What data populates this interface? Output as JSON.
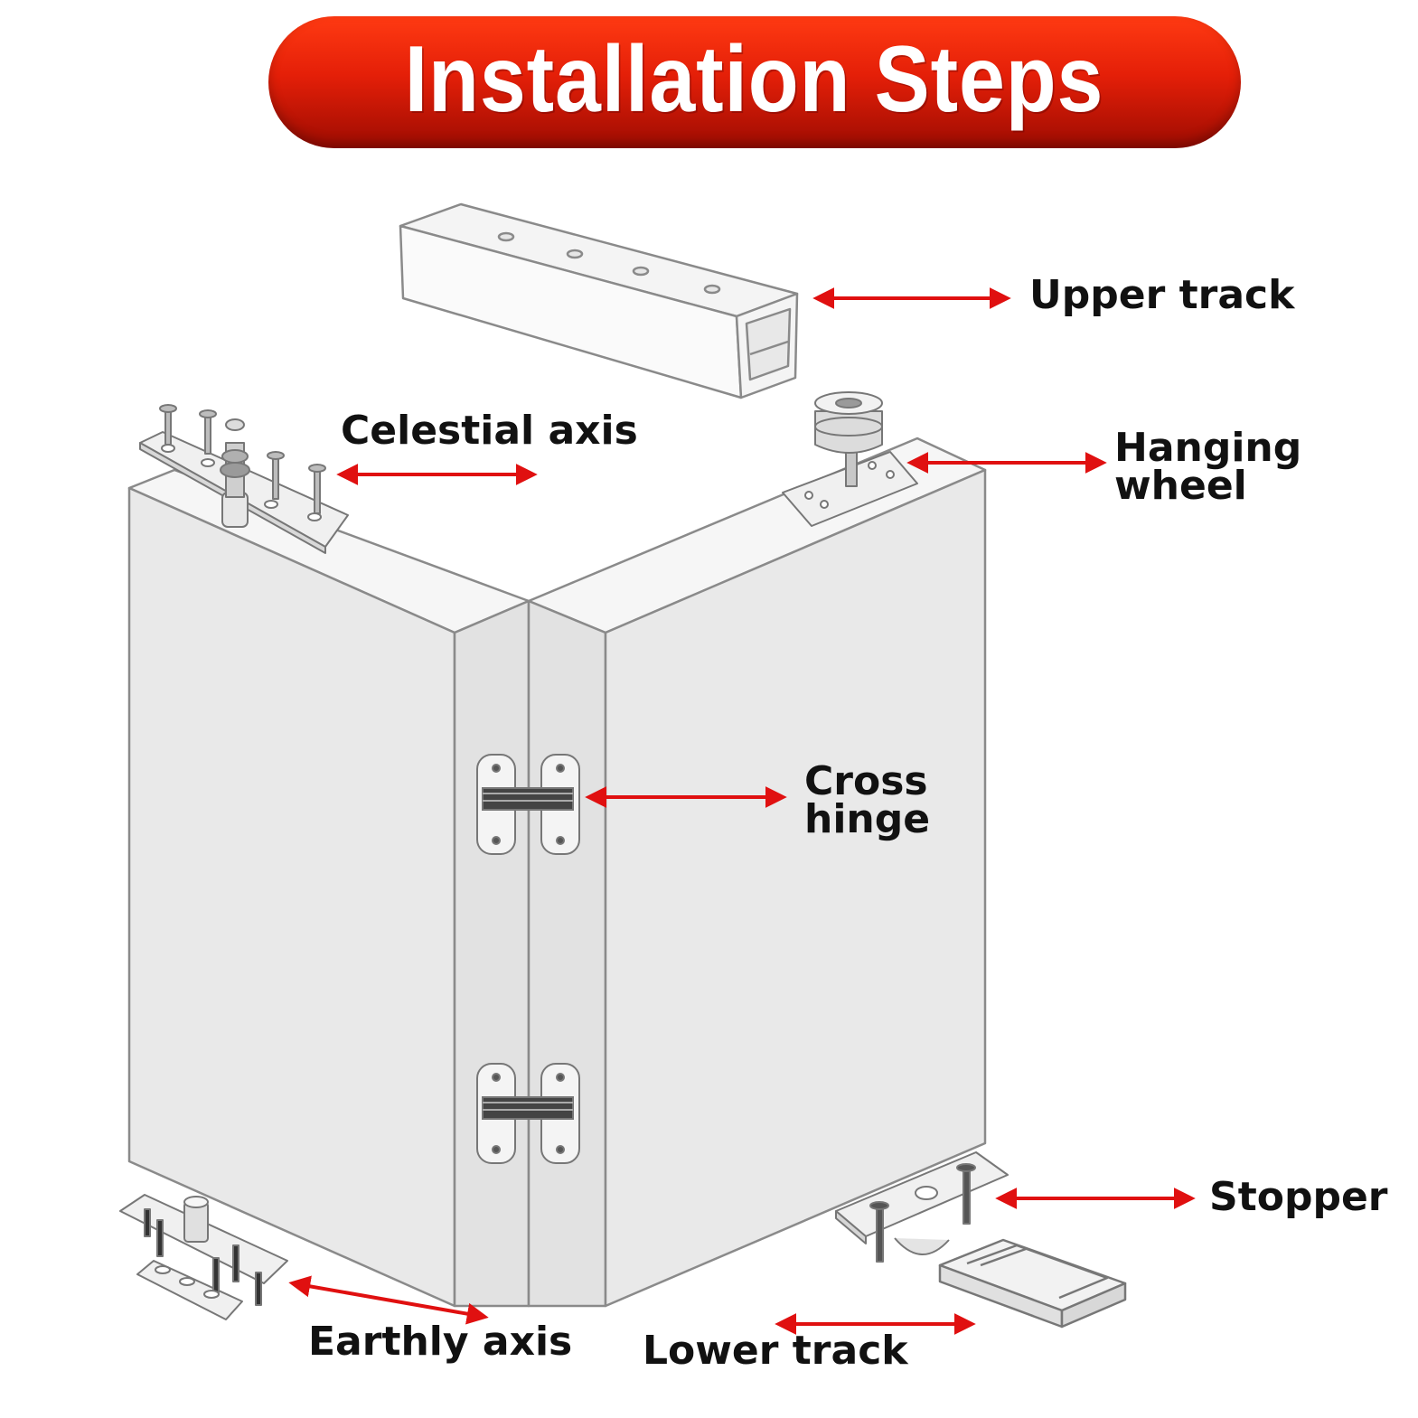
{
  "title": "Installation Steps",
  "labels": {
    "upper_track": "Upper track",
    "celestial_axis": "Celestial axis",
    "hanging_wheel": "Hanging\nwheel",
    "cross_hinge": "Cross\nhinge",
    "stopper": "Stopper",
    "earthly_axis": "Earthly axis",
    "lower_track": "Lower track"
  },
  "colors": {
    "banner_red": "#e41f08",
    "arrow_red": "#e01010",
    "panel_gray": "#e8e8e8",
    "outline_gray": "#8a8a8a"
  }
}
